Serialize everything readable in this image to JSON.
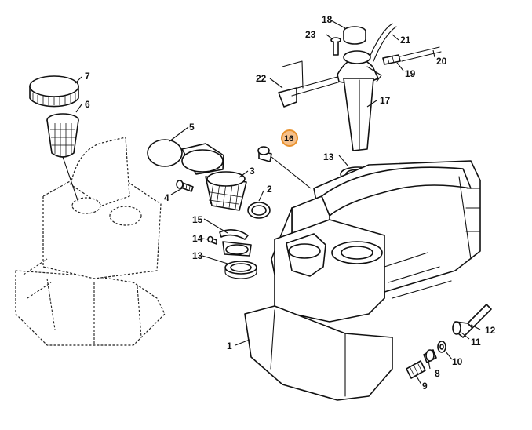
{
  "callouts": {
    "c1": "1",
    "c2": "2",
    "c3": "3",
    "c4": "4",
    "c5": "5",
    "c6": "6",
    "c7": "7",
    "c8": "8",
    "c9": "9",
    "c10": "10",
    "c11": "11",
    "c12": "12",
    "c13a": "13",
    "c13b": "13",
    "c14": "14",
    "c15": "15",
    "c16": "16",
    "c17": "17",
    "c18": "18",
    "c19": "19",
    "c20": "20",
    "c21": "21",
    "c22": "22",
    "c23": "23"
  },
  "highlight_color": "#e8902a"
}
